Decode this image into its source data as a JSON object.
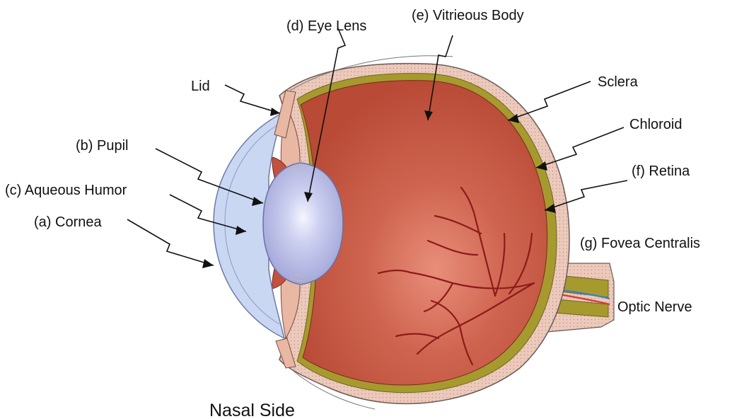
{
  "labels": {
    "lid": "Lid",
    "pupil": "(b) Pupil",
    "aqueous": "(c) Aqueous Humor",
    "cornea": "(a) Cornea",
    "lens": "(d) Eye Lens",
    "vitreous": "(e) Vitrieous Body",
    "sclera": "Sclera",
    "chloroid": "Chloroid",
    "retina": "(f) Retina",
    "fovea": "(g) Fovea Centralis",
    "optic_nerve": "Optic Nerve",
    "nasal_side": "Nasal Side"
  },
  "colors": {
    "vitreous": "#c0513f",
    "sclera": "#e8c3b6",
    "choroid": "#a69a2e",
    "lens": "#b9bde4",
    "cornea": "#c9d7f2",
    "iris": "#c4513f",
    "vessels": "#8e1a1a"
  }
}
